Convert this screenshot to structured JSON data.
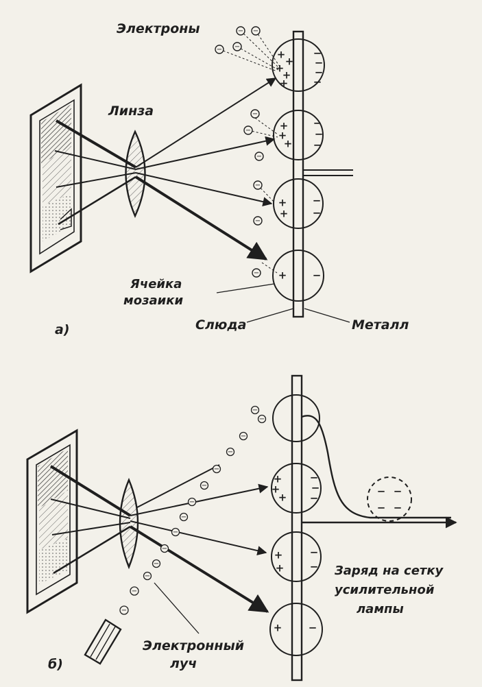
{
  "panel_a": {
    "marker": "а)",
    "labels": {
      "electrons": "Электроны",
      "lens": "Линза",
      "cell": "Ячейка",
      "cell_2": "мозаики",
      "mica": "Слюда",
      "metal": "Металл"
    }
  },
  "panel_b": {
    "marker": "б)",
    "labels": {
      "beam": "Электронный",
      "beam_2": "луч",
      "charge": "Заряд на сетку",
      "charge_2": "усилительной",
      "charge_3": "лампы"
    }
  }
}
